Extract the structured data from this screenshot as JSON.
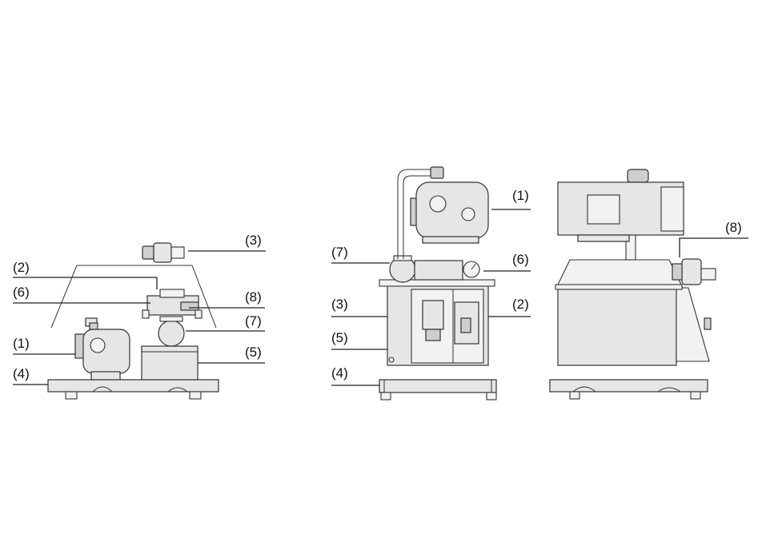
{
  "figure": {
    "views": [
      {
        "id": "left-view",
        "callouts": [
          "(3)",
          "(2)",
          "(6)",
          "(8)",
          "(7)",
          "(1)",
          "(5)",
          "(4)"
        ]
      },
      {
        "id": "front-view",
        "callouts": [
          "(1)",
          "(7)",
          "(6)",
          "(3)",
          "(2)",
          "(5)",
          "(4)"
        ]
      },
      {
        "id": "side-view",
        "callouts": [
          "(8)"
        ]
      }
    ]
  }
}
